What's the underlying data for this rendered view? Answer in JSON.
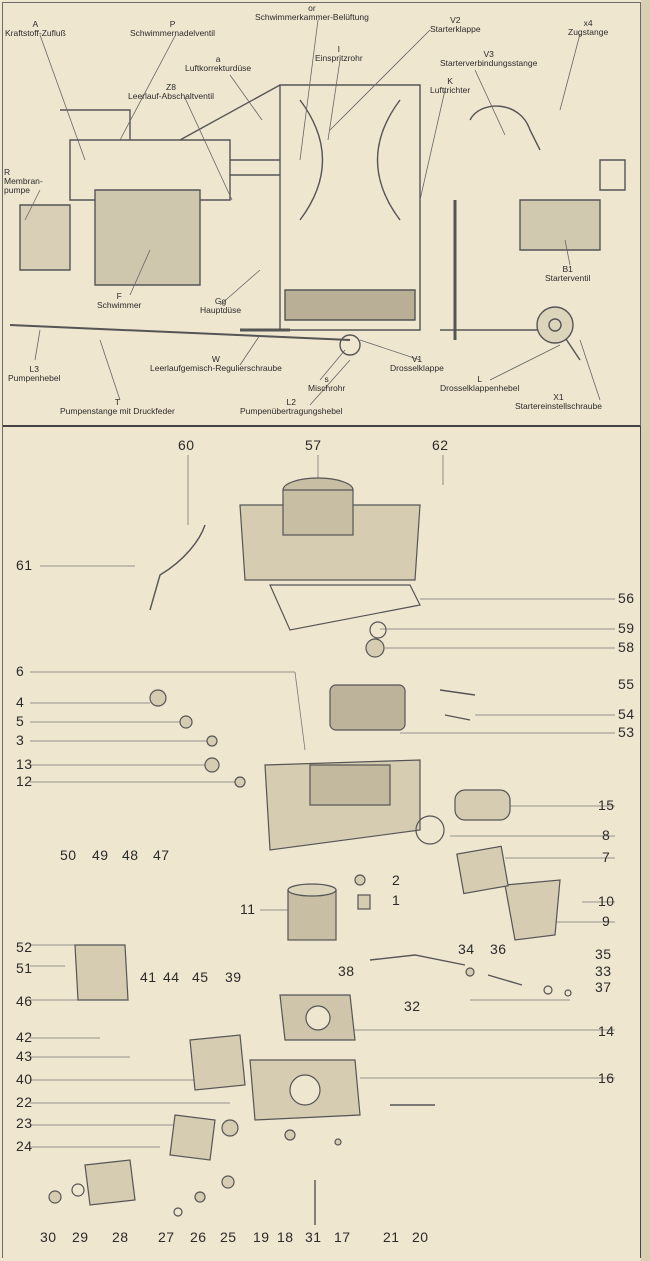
{
  "section_view": {
    "labels": [
      {
        "id": "A",
        "text": "A\nKraftstoff-Zufluß"
      },
      {
        "id": "P",
        "text": "P\nSchwimmernadelventil"
      },
      {
        "id": "or",
        "text": "or\nSchwimmerkammer-Belüftung"
      },
      {
        "id": "V2",
        "text": "V2\nStarterklappe"
      },
      {
        "id": "x4",
        "text": "x4\nZugstange"
      },
      {
        "id": "a",
        "text": "a\nLuftkorrekturdüse"
      },
      {
        "id": "I",
        "text": "I\nEinspritzrohr"
      },
      {
        "id": "V3",
        "text": "V3\nStarterverbindungsstange"
      },
      {
        "id": "Z8",
        "text": "Z8\nLeerlauf-Abschaltventil"
      },
      {
        "id": "K",
        "text": "K\nLufttrichter"
      },
      {
        "id": "R",
        "text": "R\nMembran-\npumpe"
      },
      {
        "id": "F",
        "text": "F\nSchwimmer"
      },
      {
        "id": "Gg",
        "text": "Gg\nHauptdüse"
      },
      {
        "id": "B1",
        "text": "B1\nStarterventil"
      },
      {
        "id": "L3",
        "text": "L3\nPumpenhebel"
      },
      {
        "id": "W",
        "text": "W\nLeerlaufgemisch-Regulierschraube"
      },
      {
        "id": "V1",
        "text": "V1\nDrosselklappe"
      },
      {
        "id": "s",
        "text": "s\nMischrohr"
      },
      {
        "id": "L",
        "text": "L\nDrosselklappenhebel"
      },
      {
        "id": "X1",
        "text": "X1\nStartereinstellschraube"
      },
      {
        "id": "T",
        "text": "T\nPumpenstange mit Druckfeder"
      },
      {
        "id": "L2",
        "text": "L2\nPumpenübertragungshebel"
      }
    ]
  },
  "exploded_view": {
    "part_numbers": [
      "60",
      "57",
      "62",
      "61",
      "56",
      "59",
      "58",
      "6",
      "55",
      "4",
      "54",
      "5",
      "53",
      "3",
      "13",
      "15",
      "12",
      "8",
      "7",
      "50",
      "49",
      "48",
      "47",
      "2",
      "10",
      "1",
      "11",
      "9",
      "52",
      "34",
      "36",
      "35",
      "51",
      "38",
      "33",
      "37",
      "32",
      "46",
      "41",
      "44",
      "45",
      "39",
      "14",
      "42",
      "43",
      "40",
      "16",
      "22",
      "23",
      "24",
      "30",
      "29",
      "28",
      "27",
      "26",
      "25",
      "19",
      "18",
      "31",
      "17",
      "21",
      "20"
    ]
  },
  "colors": {
    "paper": "#efe6cf",
    "ink": "#2b2b2b",
    "line": "#555555"
  }
}
